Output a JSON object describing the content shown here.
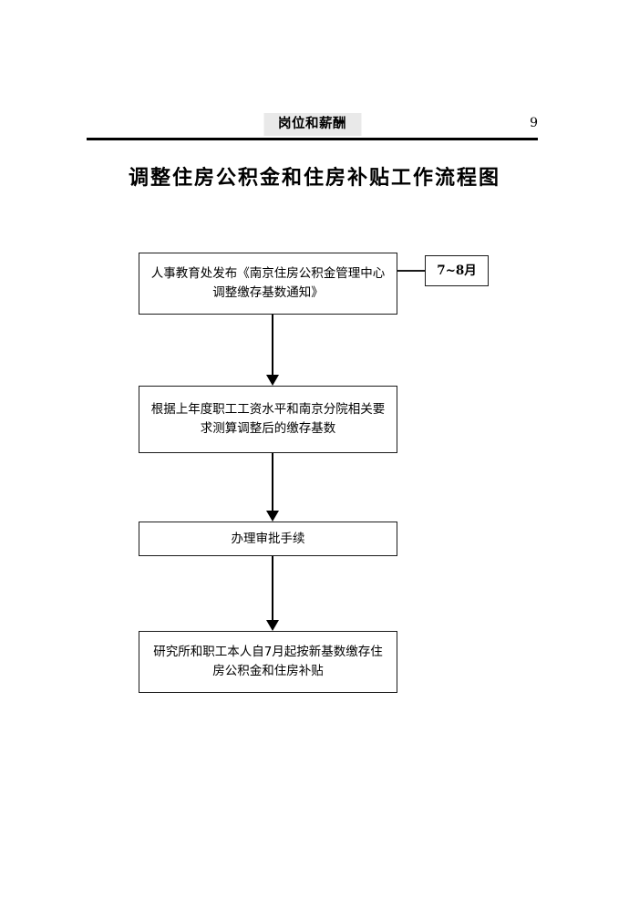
{
  "header": {
    "running_title": "岗位和薪酬",
    "page_number": "9",
    "title_background": "#e9e9e9",
    "rule_color": "#000000"
  },
  "document": {
    "title": "调整住房公积金和住房补贴工作流程图"
  },
  "flowchart": {
    "type": "flowchart",
    "orientation": "top-to-bottom",
    "border_color": "#1a1a1a",
    "fill_color": "#ffffff",
    "nodes": [
      {
        "id": "node-1",
        "text": "人事教育处发布《南京住房公积金管理中心调整缴存基数通知》"
      },
      {
        "id": "node-2",
        "text": "根据上年度职工工资水平和南京分院相关要求测算调整后的缴存基数"
      },
      {
        "id": "node-3",
        "text": "办理审批手续"
      },
      {
        "id": "node-4",
        "text": "研究所和职工本人自7月起按新基数缴存住房公积金和住房补贴"
      }
    ],
    "annotations": [
      {
        "id": "node-side",
        "text": "7~8月",
        "attached_to": "node-1"
      }
    ],
    "edges": [
      {
        "from": "node-1",
        "to": "node-2",
        "style": "arrow-down"
      },
      {
        "from": "node-2",
        "to": "node-3",
        "style": "arrow-down"
      },
      {
        "from": "node-3",
        "to": "node-4",
        "style": "arrow-down"
      },
      {
        "from": "node-1",
        "to": "node-side",
        "style": "line-right"
      }
    ]
  }
}
